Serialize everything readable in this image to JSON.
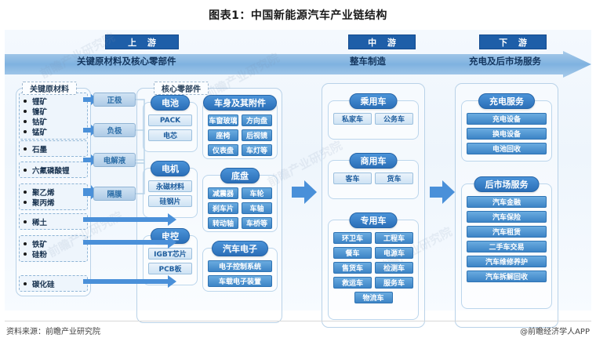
{
  "title": "图表1：中国新能源汽车产业链结构",
  "stages": {
    "upstream_badge": "上 游",
    "midstream_badge": "中 游",
    "downstream_badge": "下 游",
    "upstream_band": "关键原材料及核心零部件",
    "midstream_band": "整车制造",
    "downstream_band": "充电及后市场服务"
  },
  "captions": {
    "materials": "关键原材料",
    "parts": "核心零部件"
  },
  "materials": [
    {
      "items": [
        "锂矿",
        "镍矿",
        "钴矿",
        "锰矿"
      ]
    },
    {
      "items": [
        "石墨"
      ]
    },
    {
      "items": [
        "六氟磷酸锂"
      ]
    },
    {
      "items": [
        "聚乙烯",
        "聚丙烯"
      ]
    },
    {
      "items": [
        "稀土"
      ]
    },
    {
      "items": [
        "铁矿",
        "硅粉"
      ]
    },
    {
      "items": [
        "碳化硅"
      ]
    }
  ],
  "intermediates": [
    "正极",
    "负极",
    "电解液",
    "隔膜"
  ],
  "modules": {
    "battery": {
      "title": "电池",
      "cells": [
        "PACK",
        "电芯"
      ]
    },
    "motor": {
      "title": "电机",
      "cells": [
        "永磁材料",
        "硅钢片"
      ]
    },
    "control": {
      "title": "电控",
      "cells": [
        "IGBT芯片",
        "PCB板"
      ]
    },
    "body": {
      "title": "车身及其附件",
      "cells": [
        "车窗玻璃",
        "方向盘",
        "座椅",
        "后视镜",
        "仪表盘",
        "车灯等"
      ]
    },
    "chassis": {
      "title": "底盘",
      "cells": [
        "减震器",
        "车轮",
        "刹车片",
        "车轴",
        "转动轴",
        "车桥等"
      ]
    },
    "elec": {
      "title": "汽车电子",
      "cells": [
        "电子控制系统",
        "车载电子装置"
      ]
    },
    "passenger": {
      "title": "乘用车",
      "cells": [
        "私家车",
        "公务车"
      ]
    },
    "commercial": {
      "title": "商用车",
      "cells": [
        "客车",
        "货车"
      ]
    },
    "special": {
      "title": "专用车",
      "cells": [
        "环卫车",
        "工程车",
        "餐车",
        "电源车",
        "售货车",
        "检测车",
        "救运车",
        "服务车",
        "物流车"
      ]
    },
    "charging": {
      "title": "充电服务",
      "cells": [
        "充电设备",
        "换电设备",
        "电池回收"
      ]
    },
    "aftermarket": {
      "title": "后市场服务",
      "cells": [
        "汽车金融",
        "汽车保险",
        "汽车租赁",
        "二手车交易",
        "汽车维修养护",
        "汽车拆解回收"
      ]
    }
  },
  "footer": {
    "source": "资料来源：前瞻产业研究院",
    "brand": "@前瞻经济学人APP"
  },
  "watermark": "前瞻产业研究院",
  "colors": {
    "badge_blue": "#1e5ea8",
    "band_blue": "#7fb2e0",
    "cell_blue": "#3d84c6",
    "panel_border": "#b9d2e8",
    "page_bg": "#ffffff"
  }
}
